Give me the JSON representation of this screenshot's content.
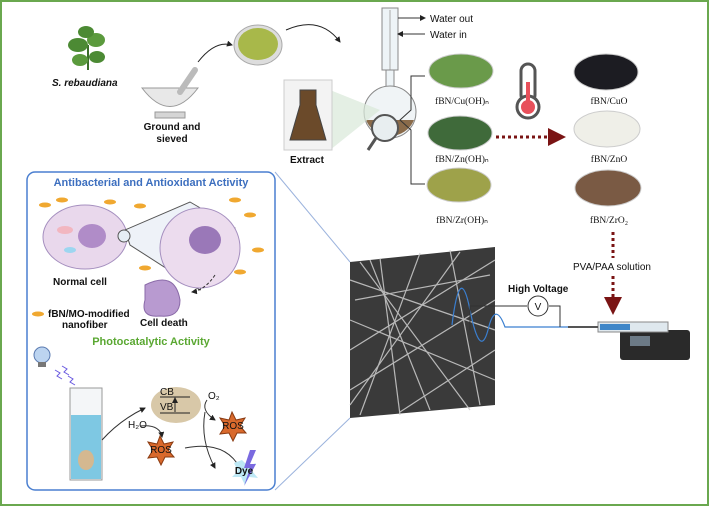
{
  "process": {
    "plant_label": "S. rebaudiana",
    "ground_label_1": "Ground and",
    "ground_label_2": "sieved",
    "extract_label": "Extract",
    "water_out": "Water out",
    "water_in": "Water in",
    "hydroxides": [
      "fBN/Cu(OH)ₙ",
      "fBN/Zn(OH)ₙ",
      "fBN/Zr(OH)ₙ"
    ],
    "oxides": [
      "fBN/CuO",
      "fBN/ZnO",
      "fBN/ZrO₂"
    ],
    "solution_label": "PVA/PAA solution",
    "voltage_label": "High Voltage",
    "voltmeter_symbol": "V"
  },
  "panel": {
    "title_antibacterial": "Antibacterial and Antioxidant Activity",
    "normal_cell": "Normal cell",
    "cell_death": "Cell death",
    "nanofiber_legend_1": "fBN/MO-modified",
    "nanofiber_legend_2": "nanofiber",
    "title_photocatalytic": "Photocatalytic Activity",
    "cb": "CB",
    "vb": "VB",
    "h2o": "H₂O",
    "o2": "O₂",
    "ros": "ROS",
    "dye": "Dye"
  },
  "colors": {
    "border_green": "#6aa84f",
    "panel_blue": "#4a7fd0",
    "title_blue": "#3d6fbf",
    "title_green": "#5aa832",
    "arrow_maroon": "#7a1414",
    "ros_orange": "#d9692c"
  }
}
